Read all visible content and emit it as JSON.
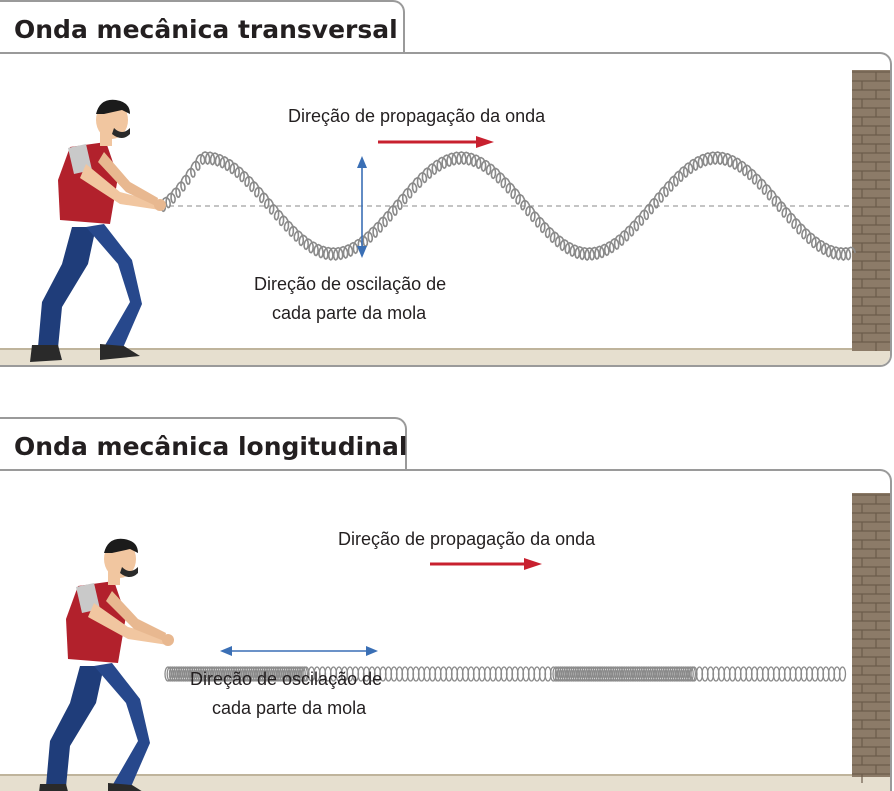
{
  "transverse": {
    "title": "Onda mecânica transversal",
    "propagation_label": "Direção de propagação da onda",
    "oscillation_label_line1": "Direção de oscilação de",
    "oscillation_label_line2": "cada parte da mola"
  },
  "longitudinal": {
    "title": "Onda mecânica longitudinal",
    "propagation_label": "Direção de propagação da onda",
    "oscillation_label_line1": "Direção de oscilação de",
    "oscillation_label_line2": "cada parte da mola"
  },
  "colors": {
    "propagation_arrow": "#c8202f",
    "oscillation_arrow": "#3a6fb5",
    "spring": "#8a8a8a",
    "wall": "#8c7b68",
    "floor": "#e6dfcf",
    "shirt": "#b2212c",
    "jeans": "#1f3d7a",
    "skin": "#f1c6a0"
  }
}
